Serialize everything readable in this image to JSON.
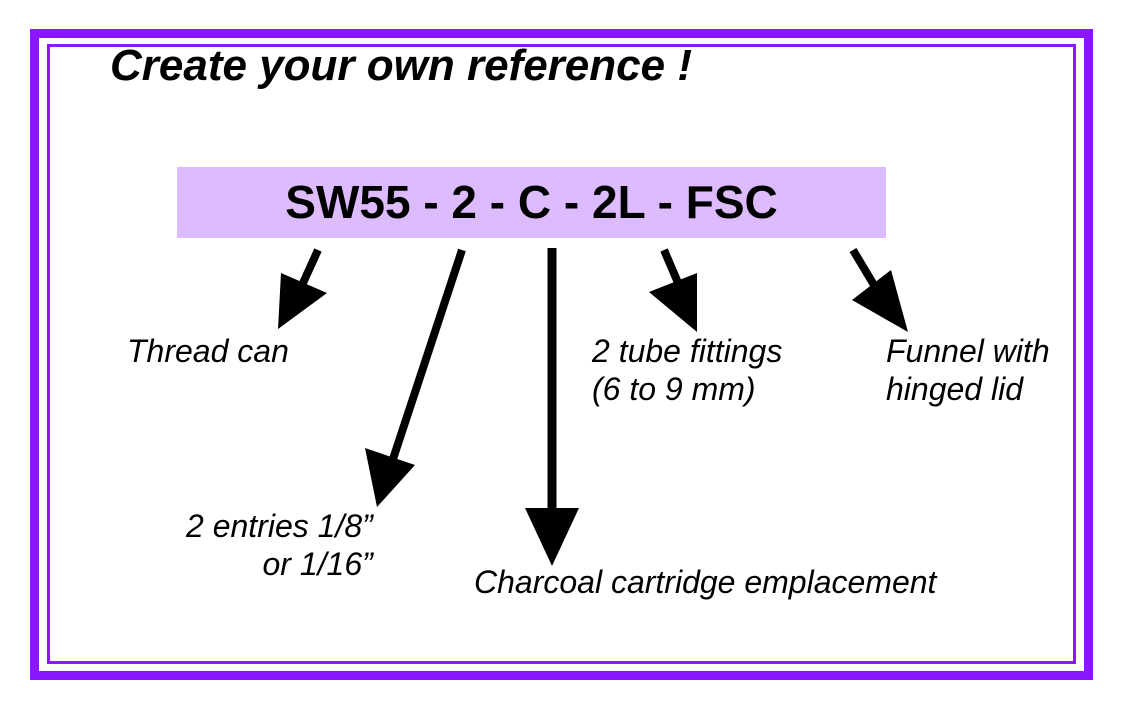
{
  "title": "Create your own reference !",
  "reference": "SW55 - 2 - C - 2L - FSC",
  "labels": {
    "thread": "Thread can",
    "entries_line1": "2 entries 1/8”",
    "entries_line2": "or 1/16”",
    "charcoal": "Charcoal cartridge emplacement",
    "tube_line1": "2 tube fittings",
    "tube_line2": "(6 to 9 mm)",
    "funnel_line1": "Funnel with",
    "funnel_line2": "hinged lid"
  },
  "colors": {
    "frame": "#8a17ff",
    "reference_bg": "#dcbcff",
    "text": "#000000"
  }
}
